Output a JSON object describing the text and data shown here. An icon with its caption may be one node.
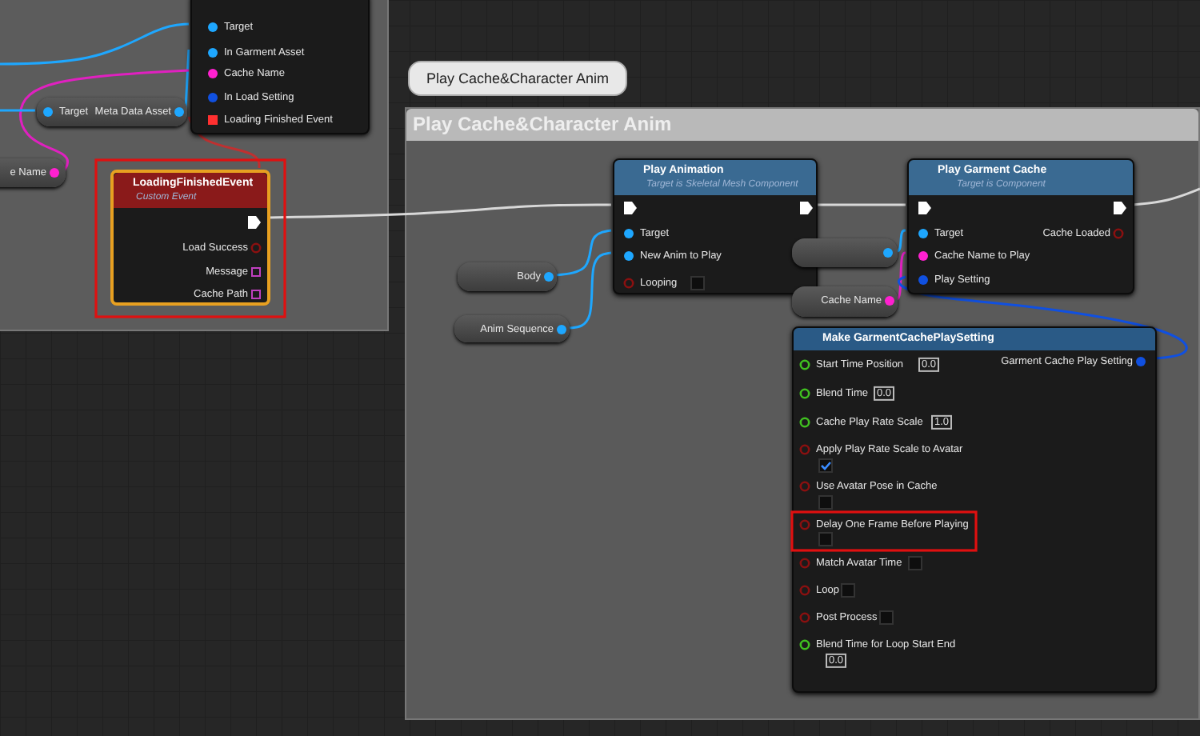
{
  "diagram": {
    "nodes": [
      {
        "text": [],
        "shape": "box"
      },
      {
        "text": [
          "Target",
          "In Garment Asset",
          "Cache Name",
          "In Load Setting",
          "Loading Finished Event"
        ],
        "in": 0
      },
      {
        "text": [
          "Target",
          "Meta Data Asset"
        ],
        "in": 0
      },
      {
        "text": [
          "e Name"
        ],
        "in": 0
      },
      {
        "text": [
          "LoadingFinishedEvent",
          "Custom Event",
          "Load Success",
          "Message",
          "Cache Path"
        ],
        "in": 0
      },
      {
        "text": [
          "Play Cache&Character Anim"
        ]
      },
      {
        "text": [
          "Play Cache&Character Anim"
        ]
      },
      {
        "text": [
          "Play Animation",
          "Target is Skeletal Mesh Component",
          "Target",
          "New Anim to Play",
          "Looping"
        ],
        "in": 6
      },
      {
        "text": [
          "Body"
        ],
        "in": 6
      },
      {
        "text": [
          "Anim Sequence"
        ],
        "in": 6
      },
      {
        "text": [],
        "shape": "box",
        "in": 6
      },
      {
        "text": [
          "Cache Name"
        ],
        "in": 6
      },
      {
        "text": [
          "Play Garment Cache",
          "Target is Component",
          "Target",
          "Cache Name to Play",
          "Play Setting",
          "Cache Loaded"
        ],
        "in": 6
      },
      {
        "text": [
          "Make GarmentCachePlaySetting",
          "Start Time Position",
          "0.0",
          "Garment Cache Play Setting",
          "Blend Time",
          "0.0",
          "Cache Play Rate Scale",
          "1.0",
          "Apply Play Rate Scale to Avatar",
          "Use Avatar Pose in Cache",
          "Delay One Frame Before Playing",
          "Match Avatar Time",
          "Loop",
          "Post Process",
          "Blend Time for Loop Start End",
          "0.0"
        ],
        "in": 6
      }
    ],
    "edges": [
      {
        "from": 0,
        "to": 1,
        "arrow": "none"
      },
      {
        "from": 2,
        "to": 1,
        "arrow": "none"
      },
      {
        "from": 3,
        "to": 1,
        "arrow": "none",
        "color": "#e020c0"
      },
      {
        "from": 1,
        "to": 4,
        "arrow": "none",
        "color": "#c03030"
      },
      {
        "from": 4,
        "to": 7,
        "arrow": "none",
        "color": "#d8d8d8"
      },
      {
        "from": 8,
        "to": 7,
        "arrow": "none"
      },
      {
        "from": 9,
        "to": 7,
        "arrow": "none"
      },
      {
        "from": 7,
        "to": 12,
        "arrow": "none",
        "color": "#d8d8d8"
      },
      {
        "from": 10,
        "to": 12,
        "arrow": "none"
      },
      {
        "from": 11,
        "to": 12,
        "arrow": "none",
        "color": "#e020c0"
      },
      {
        "from": 13,
        "to": 12,
        "arrow": "none",
        "color": "#1050e0"
      },
      {
        "from": 12,
        "to": null,
        "arrow": "none",
        "color": "#d8d8d8"
      },
      {
        "from": 0,
        "to": 2,
        "arrow": "none"
      }
    ]
  }
}
